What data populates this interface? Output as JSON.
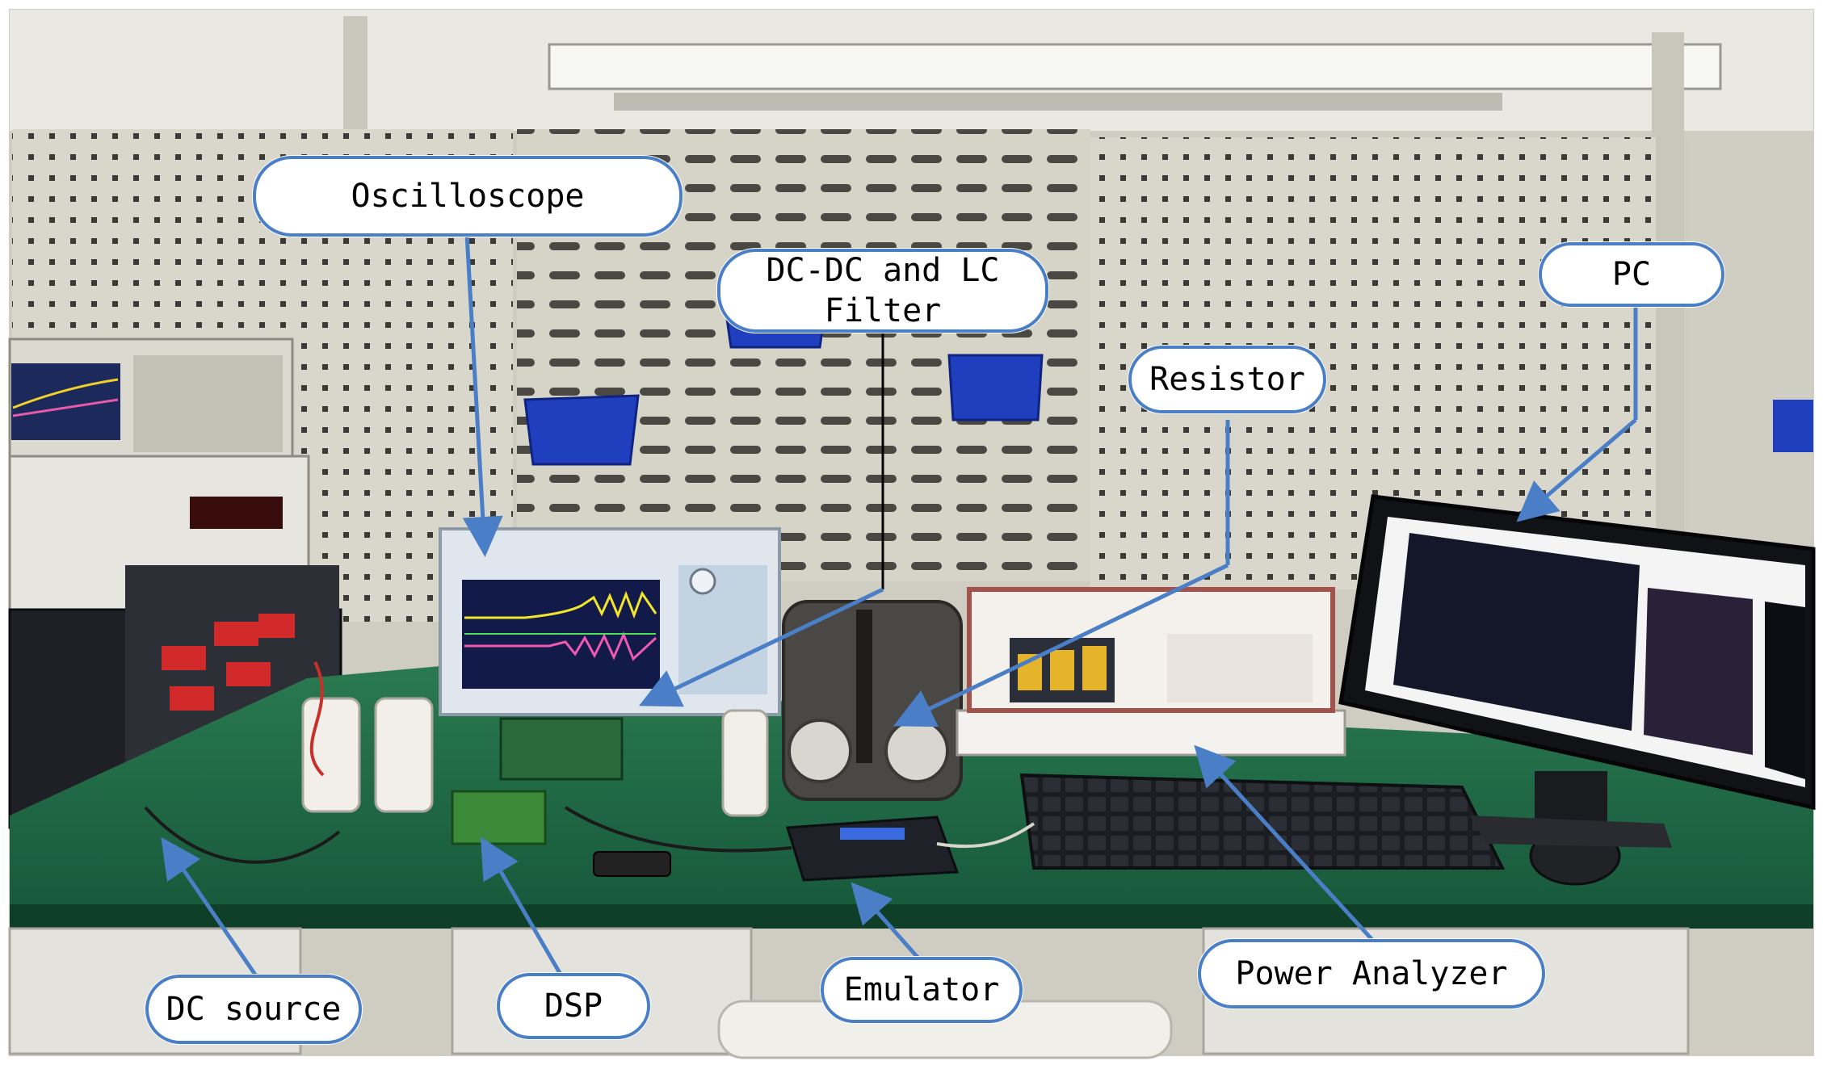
{
  "labels": {
    "oscilloscope": "Oscilloscope",
    "dcdc_filter": "DC-DC and LC\nFilter",
    "pc": "PC",
    "resistor": "Resistor",
    "dc_source": "DC source",
    "dsp": "DSP",
    "emulator": "Emulator",
    "power_analyzer": "Power Analyzer"
  },
  "colors": {
    "callout_border": "#4a7fc8",
    "arrow": "#4a7fc8",
    "pegboard": "#d9d6cb",
    "bench_top": "#1f6b44",
    "cabinet": "#e4e2dc",
    "bin_blue": "#1f3fbf"
  }
}
